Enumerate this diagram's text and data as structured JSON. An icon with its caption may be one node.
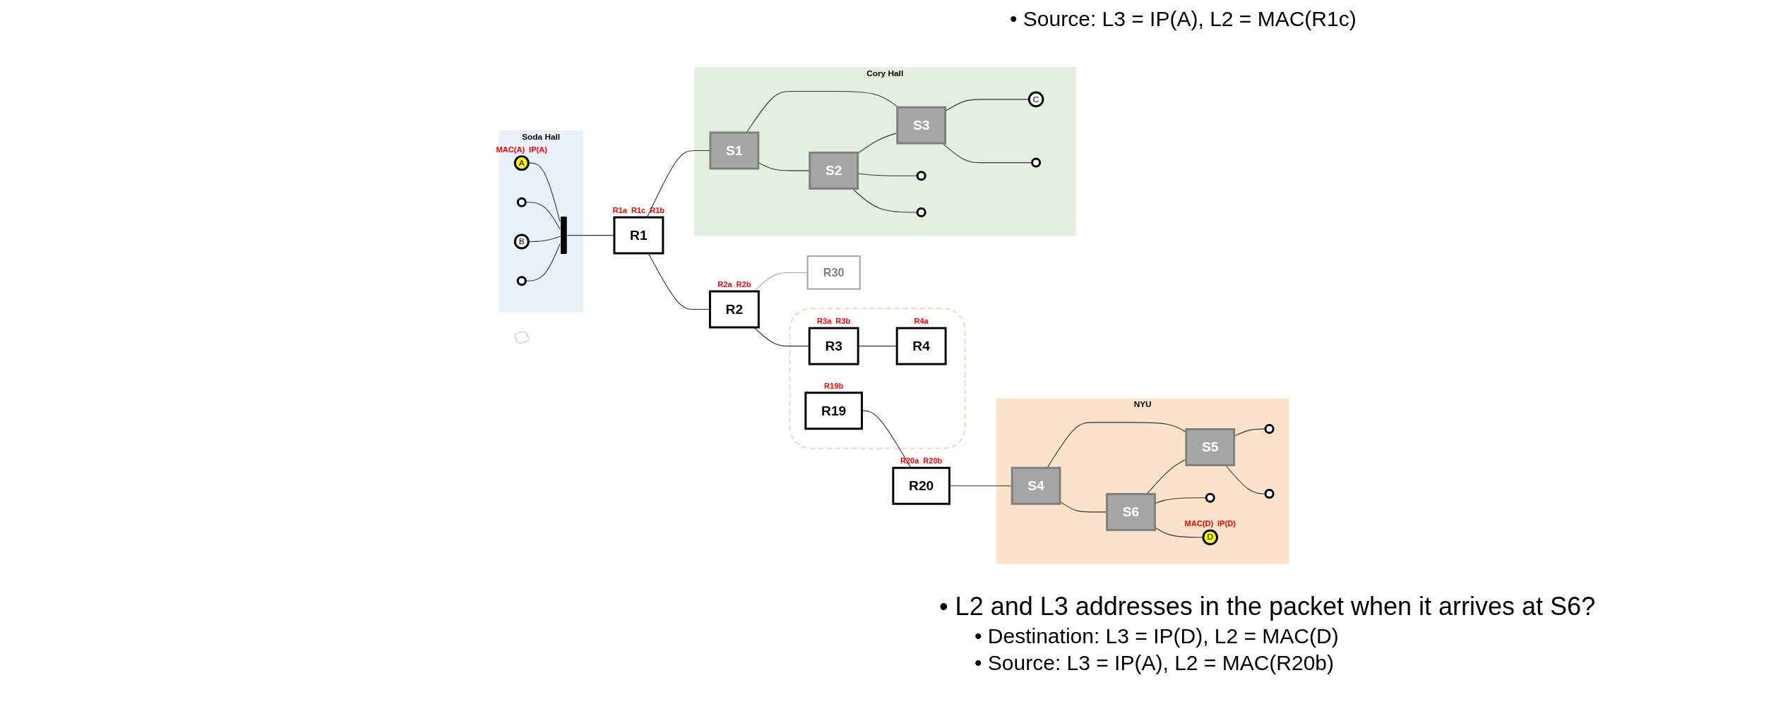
{
  "diagram": {
    "nodes": [
      {
        "text": [
          "Soda Hall"
        ]
      },
      {
        "text": [
          "A"
        ],
        "in": 0,
        "beside": [
          "MAC(A)",
          "IP(A)"
        ]
      },
      {
        "text": [],
        "shape": "circle",
        "in": 0
      },
      {
        "text": [
          "B"
        ],
        "in": 0
      },
      {
        "text": [],
        "shape": "circle",
        "in": 0
      },
      {
        "text": [],
        "shape": "bar",
        "in": 0
      },
      {
        "text": [
          "R1"
        ],
        "beside": [
          "R1a",
          "R1c",
          "R1b"
        ]
      },
      {
        "text": [
          "R2"
        ],
        "beside": [
          "R2a",
          "R2b"
        ]
      },
      {
        "text": [],
        "shape": "cloud"
      },
      {
        "text": [
          "R3"
        ],
        "in": 8,
        "beside": [
          "R3a",
          "R3b"
        ]
      },
      {
        "text": [
          "R4"
        ],
        "in": 8,
        "beside": [
          "R4a"
        ]
      },
      {
        "text": [
          "R19"
        ],
        "in": 8,
        "beside": [
          "R19b"
        ]
      },
      {
        "text": [
          "R20"
        ],
        "beside": [
          "R20a",
          "R20b"
        ]
      },
      {
        "text": [
          "NYU"
        ]
      },
      {
        "text": [
          "S4"
        ],
        "in": 13
      },
      {
        "text": [
          "S6"
        ],
        "in": 13
      },
      {
        "text": [
          "S5"
        ],
        "in": 13
      },
      {
        "text": [],
        "shape": "circle",
        "in": 13
      },
      {
        "text": [
          "D"
        ],
        "in": 13,
        "beside": [
          "MAC(D)",
          "IP(D)"
        ]
      },
      {
        "text": [],
        "shape": "circle",
        "in": 13
      },
      {
        "text": [],
        "shape": "circle",
        "in": 13
      },
      {
        "text": [
          "Cory Hall"
        ]
      },
      {
        "text": [
          "S1"
        ],
        "in": 21
      },
      {
        "text": [
          "S2"
        ],
        "in": 21
      },
      {
        "text": [
          "S3"
        ],
        "in": 21
      },
      {
        "text": [],
        "shape": "circle",
        "in": 21
      },
      {
        "text": [],
        "shape": "circle",
        "in": 21
      },
      {
        "text": [
          "C"
        ],
        "in": 21
      },
      {
        "text": [],
        "shape": "circle",
        "in": 21
      },
      {
        "text": [
          "R30"
        ]
      },
      {
        "text": [],
        "shape": "cloud"
      }
    ],
    "edges": [
      {
        "from": 1,
        "to": 5,
        "arrow": "none"
      },
      {
        "from": 2,
        "to": 5,
        "arrow": "none"
      },
      {
        "from": 3,
        "to": 5,
        "arrow": "none"
      },
      {
        "from": 4,
        "to": 5,
        "arrow": "none"
      },
      {
        "from": 5,
        "to": 6,
        "arrow": "none"
      },
      {
        "from": 6,
        "to": 7,
        "arrow": "none"
      },
      {
        "from": 6,
        "to": 22,
        "arrow": "none"
      },
      {
        "from": 7,
        "to": 9,
        "arrow": "none"
      },
      {
        "from": 7,
        "to": 29,
        "arrow": "none",
        "color": "#a6a6a6"
      },
      {
        "from": 9,
        "to": 10,
        "arrow": "none"
      },
      {
        "from": 11,
        "to": 12,
        "arrow": "none"
      },
      {
        "from": 12,
        "to": 14,
        "arrow": "none"
      },
      {
        "from": 14,
        "to": 15,
        "arrow": "none"
      },
      {
        "from": 14,
        "to": 16,
        "arrow": "none"
      },
      {
        "from": 15,
        "to": 16,
        "arrow": "none"
      },
      {
        "from": 15,
        "to": 17,
        "arrow": "none"
      },
      {
        "from": 15,
        "to": 18,
        "arrow": "none"
      },
      {
        "from": 16,
        "to": 19,
        "arrow": "none"
      },
      {
        "from": 16,
        "to": 20,
        "arrow": "none"
      },
      {
        "from": 22,
        "to": 23,
        "arrow": "none"
      },
      {
        "from": 22,
        "to": 24,
        "arrow": "none"
      },
      {
        "from": 23,
        "to": 24,
        "arrow": "none"
      },
      {
        "from": 23,
        "to": 25,
        "arrow": "none"
      },
      {
        "from": 23,
        "to": 26,
        "arrow": "none"
      },
      {
        "from": 24,
        "to": 27,
        "arrow": "none"
      },
      {
        "from": 24,
        "to": 28,
        "arrow": "none"
      }
    ],
    "labels": [
      "• Source: L3 = IP(A), L2 = MAC(R1c)",
      "• L2 and L3 addresses in the packet when it arrives at S6?",
      "• Destination: L3 = IP(D), L2 = MAC(D)",
      "• Source: L3 = IP(A), L2 = MAC(R20b)"
    ]
  }
}
